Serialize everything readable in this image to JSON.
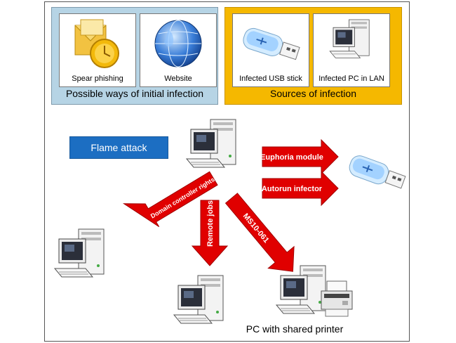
{
  "top_left": {
    "cards": [
      {
        "label": "Spear phishing",
        "icon": "outlook-icon"
      },
      {
        "label": "Website",
        "icon": "globe-icon"
      }
    ],
    "caption": "Possible ways of initial infection",
    "color": "#b6d4e5"
  },
  "top_right": {
    "cards": [
      {
        "label": "Infected USB stick",
        "icon": "usb-stick-icon"
      },
      {
        "label": "Infected PC in LAN",
        "icon": "pc-icon"
      }
    ],
    "caption": "Sources of infection",
    "color": "#f5b800"
  },
  "main": {
    "title": "Flame attack",
    "arrows": {
      "euphoria": "Euphoria module",
      "autorun": "Autorun infector",
      "domain": "Domain controller rights",
      "remote": "Remote jobs",
      "ms10": "MS10-061"
    },
    "printer_caption": "PC with shared printer",
    "arrow_color": "#e00000",
    "title_color": "#1c6ec2"
  }
}
